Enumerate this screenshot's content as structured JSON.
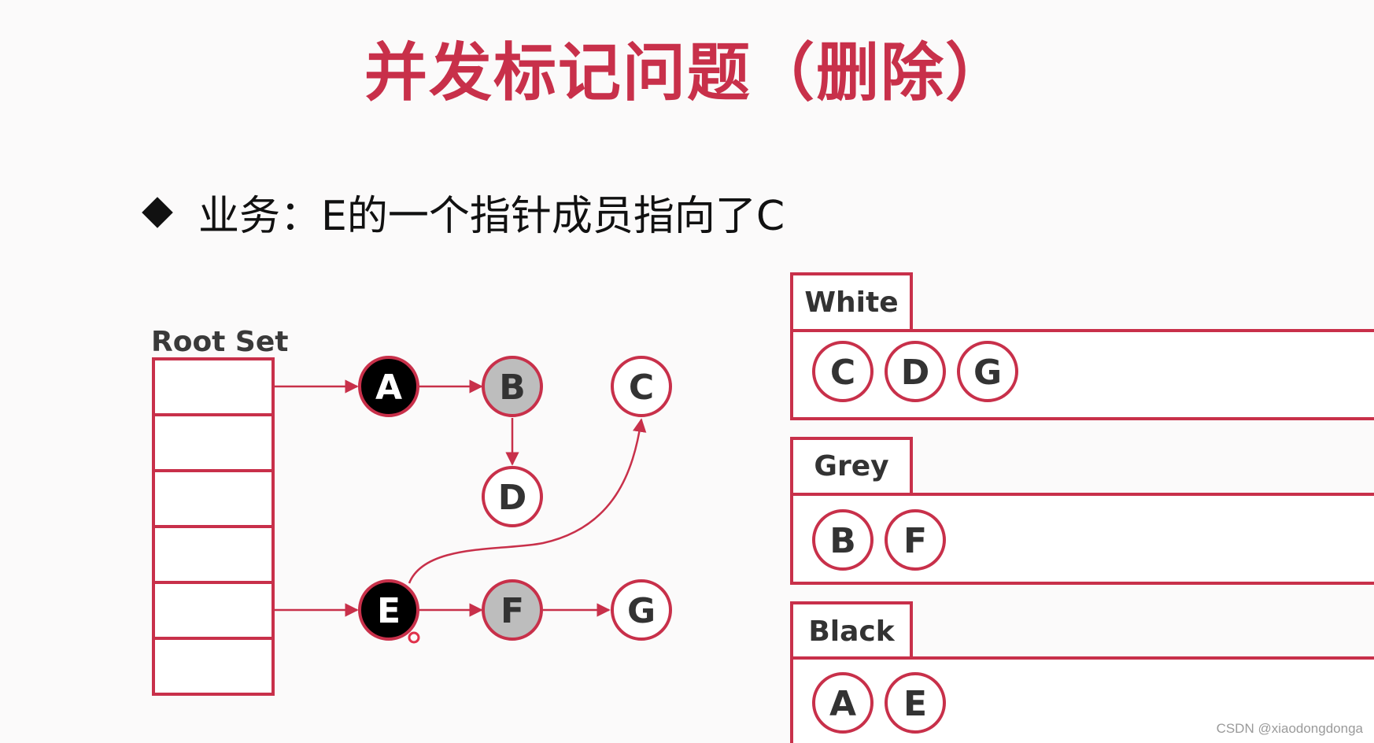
{
  "title": "并发标记问题（删除）",
  "bullet_text": "业务：E的一个指针成员指向了C",
  "root_set_label": "Root Set",
  "nodes": {
    "A": {
      "label": "A",
      "state": "black"
    },
    "B": {
      "label": "B",
      "state": "grey"
    },
    "C": {
      "label": "C",
      "state": "white"
    },
    "D": {
      "label": "D",
      "state": "white"
    },
    "E": {
      "label": "E",
      "state": "black"
    },
    "F": {
      "label": "F",
      "state": "grey"
    },
    "G": {
      "label": "G",
      "state": "white"
    }
  },
  "edges": [
    {
      "from": "root-1",
      "to": "A"
    },
    {
      "from": "A",
      "to": "B"
    },
    {
      "from": "B",
      "to": "D"
    },
    {
      "from": "root-5",
      "to": "E"
    },
    {
      "from": "E",
      "to": "F"
    },
    {
      "from": "F",
      "to": "G"
    },
    {
      "from": "E",
      "to": "C"
    }
  ],
  "sets": [
    {
      "name": "White",
      "members": [
        "C",
        "D",
        "G"
      ]
    },
    {
      "name": "Grey",
      "members": [
        "B",
        "F"
      ]
    },
    {
      "name": "Black",
      "members": [
        "A",
        "E"
      ]
    }
  ],
  "colors": {
    "accent": "#c8304a",
    "black_node": "#000000",
    "grey_node": "#bdbdbd",
    "white_node": "#ffffff"
  },
  "watermark": "CSDN @xiaodongdonga"
}
